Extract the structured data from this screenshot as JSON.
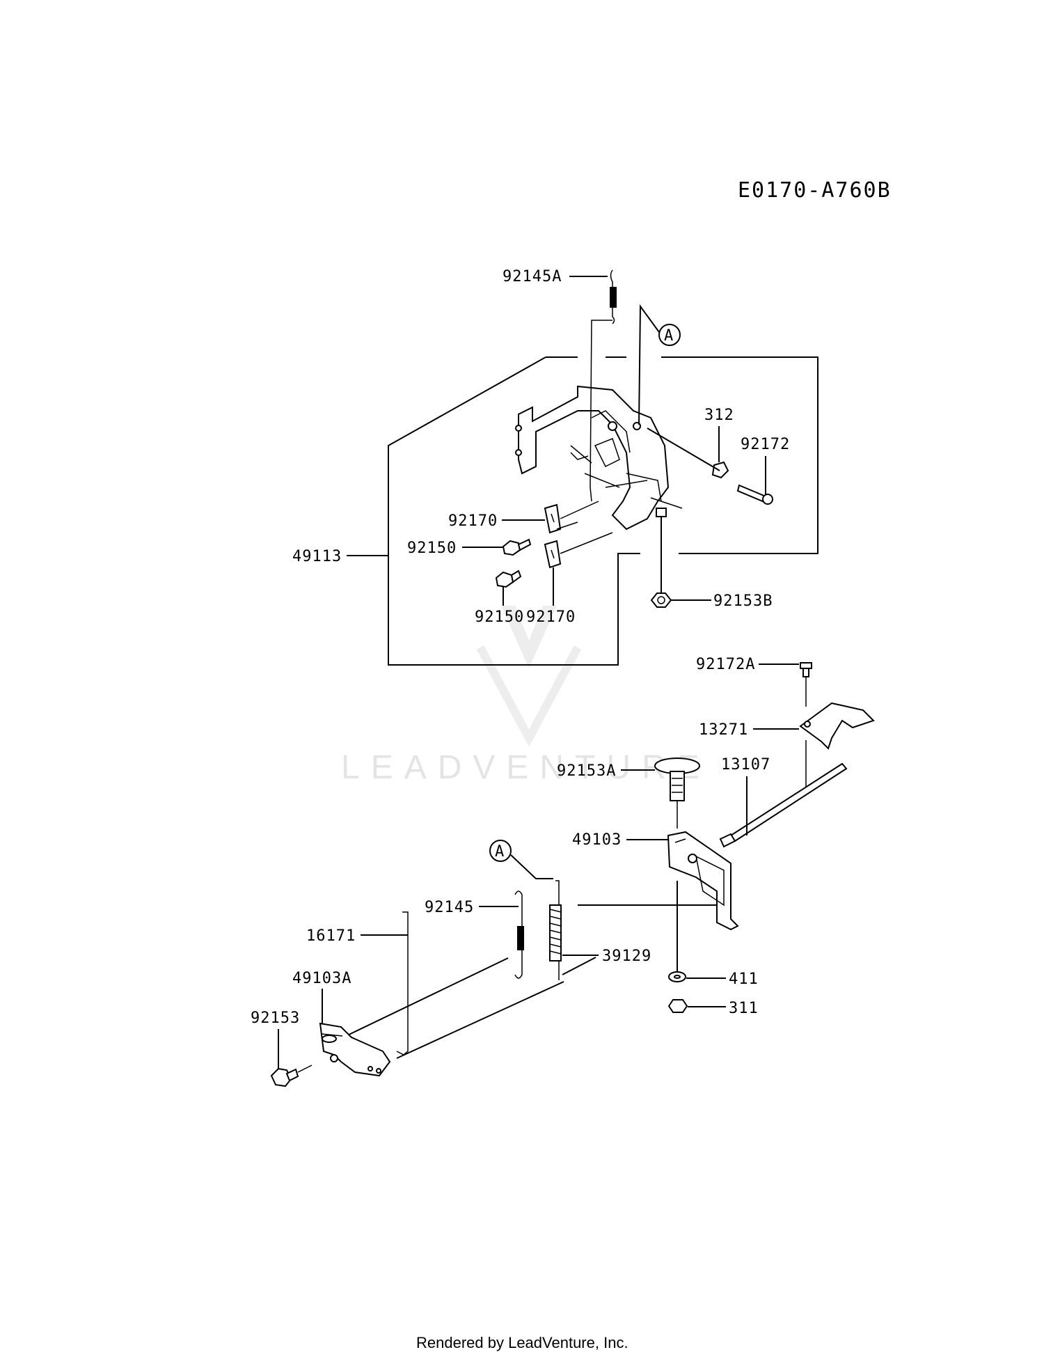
{
  "diagram_code": "E0170-A760B",
  "watermark": "LEADVENTURE",
  "footer": "Rendered by LeadVenture, Inc.",
  "callout_letter": "A",
  "parts": {
    "p92145A": "92145A",
    "p312": "312",
    "p92172": "92172",
    "p92170a": "92170",
    "p92150a": "92150",
    "p49113": "49113",
    "p92150b": "92150",
    "p92170b": "92170",
    "p92153B": "92153B",
    "p92172A": "92172A",
    "p13271": "13271",
    "p92153A": "92153A",
    "p13107": "13107",
    "p49103": "49103",
    "p92145": "92145",
    "p16171": "16171",
    "p39129": "39129",
    "p411": "411",
    "p49103A": "49103A",
    "p311": "311",
    "p92153": "92153"
  }
}
